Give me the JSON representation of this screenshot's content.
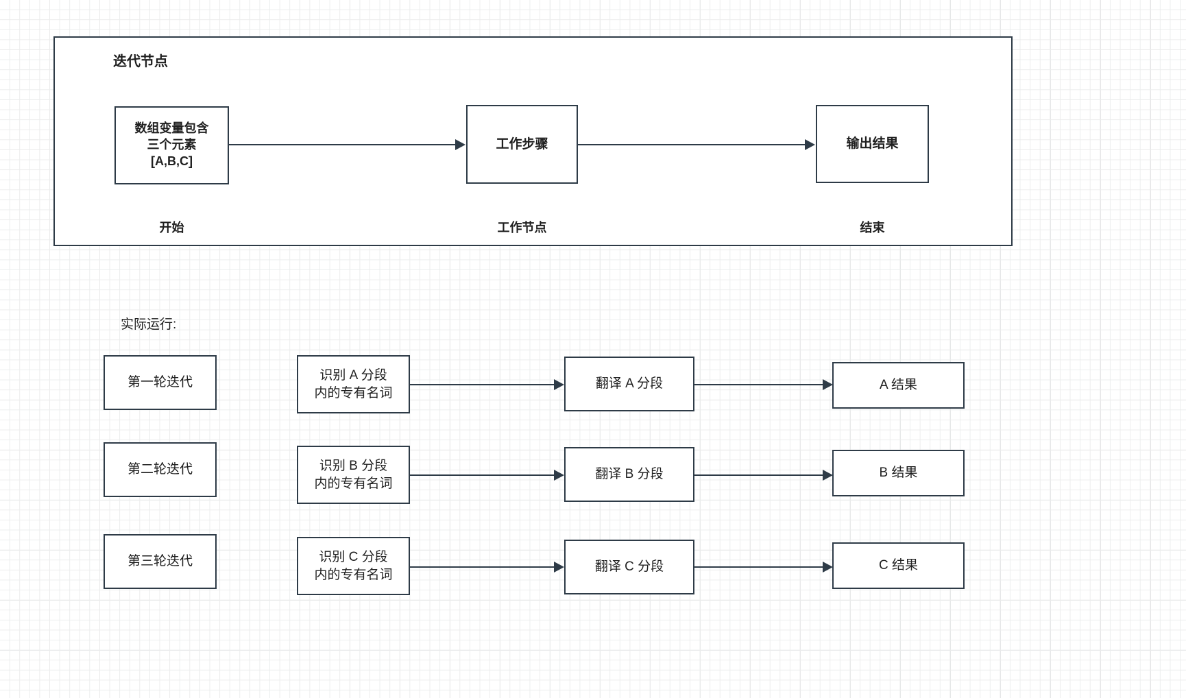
{
  "diagram": {
    "title_top_panel": "迭代节点",
    "top_flow": {
      "start_box": "数组变量包含\n三个元素\n[A,B,C]",
      "work_box": "工作步骤",
      "output_box": "输出结果",
      "caption_start": "开始",
      "caption_work": "工作节点",
      "caption_end": "结束"
    },
    "run_section": {
      "label": "实际运行:",
      "rows": [
        {
          "iteration": "第一轮迭代",
          "detect": "识别 A 分段\n内的专有名词",
          "translate": "翻译 A 分段",
          "result": "A 结果"
        },
        {
          "iteration": "第二轮迭代",
          "detect": "识别 B 分段\n内的专有名词",
          "translate": "翻译 B 分段",
          "result": "B 结果"
        },
        {
          "iteration": "第三轮迭代",
          "detect": "识别 C 分段\n内的专有名词",
          "translate": "翻译 C 分段",
          "result": "C 结果"
        }
      ]
    },
    "colors": {
      "stroke": "#2e3b47",
      "text": "#1f1f1f",
      "background": "#ffffff",
      "grid_minor": "#eceded",
      "grid_major": "#e3e4e5"
    }
  }
}
